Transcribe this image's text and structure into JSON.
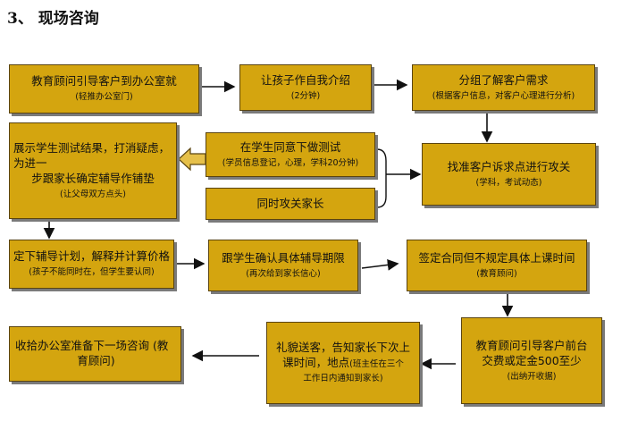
{
  "title": "3、 现场咨询",
  "boxes": {
    "b1": {
      "main": "教育顾问引导客户到办公室就",
      "sub": "(轻推办公室门)"
    },
    "b2": {
      "main": "让孩子作自我介绍",
      "sub": "(2分钟)"
    },
    "b3": {
      "main": "分组了解客户需求",
      "sub": "(根据客户信息，对客户心理进行分析)"
    },
    "b4": {
      "l1": "展示学生测试结果，打消疑虑，",
      "l2": "为进一",
      "l3": "步跟家长确定辅导作铺垫",
      "sub": "(让父母双方点头)"
    },
    "b5": {
      "main": "在学生同意下做测试",
      "sub": "(学员信息登记，心理，学科20分钟)"
    },
    "b6": {
      "main": "同时攻关家长"
    },
    "b7": {
      "main": "找准客户诉求点进行攻关",
      "sub": "(学科，考试动态)"
    },
    "b8": {
      "main": "定下辅导计划，解释并计算价格",
      "sub": "(孩子不能同时在，但学生要认同)"
    },
    "b9": {
      "main": "跟学生确认具体辅导期限",
      "sub": "(再次给到家长信心)"
    },
    "b10": {
      "main": "签定合同但不规定具体上课时间",
      "sub": "(教育顾问)"
    },
    "b11": {
      "l1": "收拾办公室准备下一场咨询 (教",
      "l2": "育顾问)"
    },
    "b12": {
      "l1": "礼貌送客，告知家长下次上",
      "l2": "课时间，地点",
      "sub": "(班主任在三个",
      "sub2": "工作日内通知到家长)"
    },
    "b13": {
      "l1": "教育顾问引导客户前台",
      "l2": "交费或定金500至少",
      "sub": "(出纳开收据)"
    }
  }
}
